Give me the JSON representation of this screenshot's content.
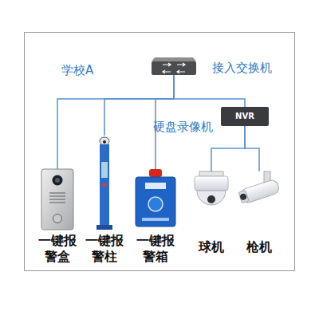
{
  "diagram": {
    "nodes": [
      {
        "text": [
          "学校A"
        ]
      },
      {
        "text": [
          "接入交换机"
        ],
        "in": 0
      },
      {
        "text": [
          "NVR",
          "硬盘录像机"
        ],
        "in": 0
      },
      {
        "text": [
          "一键报 警盒"
        ],
        "in": 0
      },
      {
        "text": [
          "一键报 警柱"
        ],
        "in": 0
      },
      {
        "text": [
          "一键报 警箱"
        ],
        "in": 0
      },
      {
        "text": [
          "球机"
        ],
        "in": 0
      },
      {
        "text": [
          "枪机"
        ],
        "in": 0
      }
    ],
    "edges": [
      {
        "from": 1,
        "to": 3,
        "arrow": "none"
      },
      {
        "from": 1,
        "to": 4,
        "arrow": "none"
      },
      {
        "from": 1,
        "to": 5,
        "arrow": "none"
      },
      {
        "from": 1,
        "to": 2,
        "arrow": "none"
      },
      {
        "from": 2,
        "to": 6,
        "arrow": "none"
      },
      {
        "from": 2,
        "to": 7,
        "arrow": "none"
      }
    ]
  }
}
